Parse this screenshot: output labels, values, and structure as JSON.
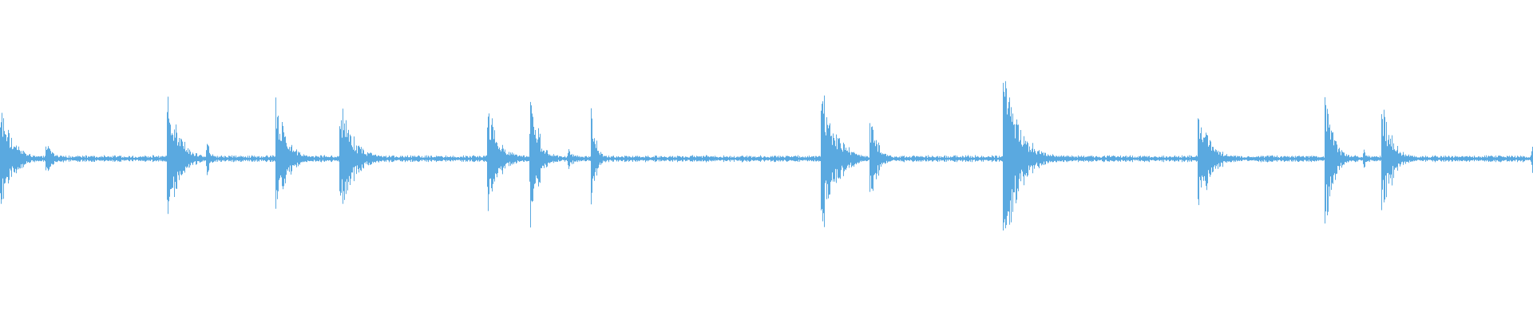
{
  "waveform": {
    "color": "#5aa9e0",
    "background": "#ffffff",
    "noise_floor": 0.025,
    "transients": [
      {
        "t": 0.0,
        "amp": 0.43,
        "decay": 0.008
      },
      {
        "t": 0.03,
        "amp": 0.16,
        "decay": 0.004
      },
      {
        "t": 0.109,
        "amp": 0.52,
        "decay": 0.008
      },
      {
        "t": 0.135,
        "amp": 0.12,
        "decay": 0.003
      },
      {
        "t": 0.18,
        "amp": 0.5,
        "decay": 0.007
      },
      {
        "t": 0.222,
        "amp": 0.44,
        "decay": 0.009
      },
      {
        "t": 0.318,
        "amp": 0.5,
        "decay": 0.007
      },
      {
        "t": 0.346,
        "amp": 0.52,
        "decay": 0.006
      },
      {
        "t": 0.371,
        "amp": 0.1,
        "decay": 0.003
      },
      {
        "t": 0.386,
        "amp": 0.4,
        "decay": 0.003
      },
      {
        "t": 0.536,
        "amp": 0.62,
        "decay": 0.009
      },
      {
        "t": 0.568,
        "amp": 0.34,
        "decay": 0.005
      },
      {
        "t": 0.655,
        "amp": 0.74,
        "decay": 0.01
      },
      {
        "t": 0.782,
        "amp": 0.46,
        "decay": 0.008
      },
      {
        "t": 0.865,
        "amp": 0.55,
        "decay": 0.005
      },
      {
        "t": 0.89,
        "amp": 0.1,
        "decay": 0.002
      },
      {
        "t": 0.902,
        "amp": 0.52,
        "decay": 0.006
      },
      {
        "t": 1.0,
        "amp": 0.1,
        "decay": 0.002
      }
    ]
  }
}
